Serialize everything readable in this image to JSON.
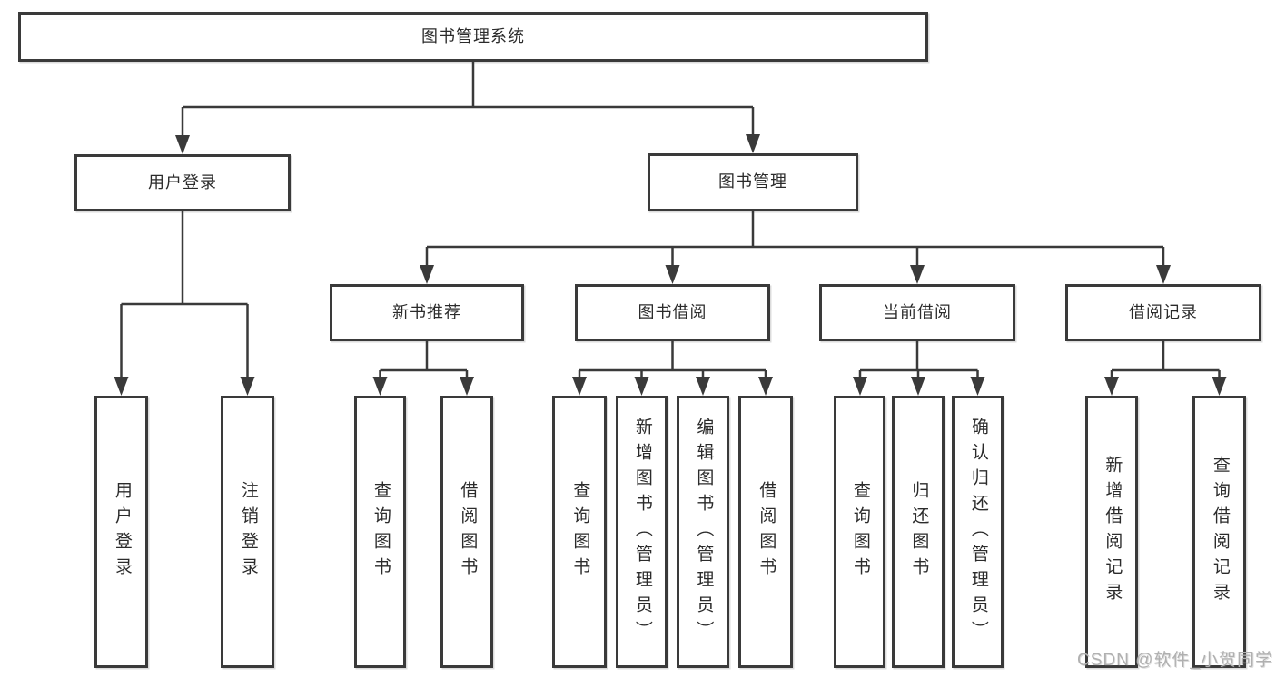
{
  "diagram": {
    "title": "图书管理系统",
    "root": {
      "label": "图书管理系统"
    },
    "branches": [
      {
        "label": "用户登录",
        "children": [
          {
            "label": "用户登录"
          },
          {
            "label": "注销登录"
          }
        ]
      },
      {
        "label": "图书管理",
        "children": [
          {
            "label": "新书推荐",
            "children": [
              {
                "label": "查询图书"
              },
              {
                "label": "借阅图书"
              }
            ]
          },
          {
            "label": "图书借阅",
            "children": [
              {
                "label": "查询图书"
              },
              {
                "label": "新增图书（管理员）"
              },
              {
                "label": "编辑图书（管理员）"
              },
              {
                "label": "借阅图书"
              }
            ]
          },
          {
            "label": "当前借阅",
            "children": [
              {
                "label": "查询图书"
              },
              {
                "label": "归还图书"
              },
              {
                "label": "确认归还（管理员）"
              }
            ]
          },
          {
            "label": "借阅记录",
            "children": [
              {
                "label": "新增借阅记录"
              },
              {
                "label": "查询借阅记录"
              }
            ]
          }
        ]
      }
    ]
  },
  "watermark": {
    "text": "CSDN @软件_小贺同学"
  },
  "colors": {
    "line": "#3a3a3a",
    "box_border": "#3a3a3a",
    "text": "#2b2b2b",
    "watermark": "#b0b0b0",
    "background": "#ffffff"
  }
}
